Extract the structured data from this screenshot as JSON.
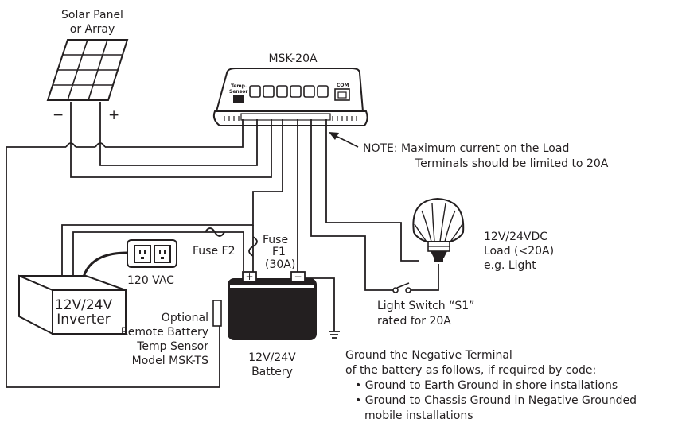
{
  "labels": {
    "solar_panel_line1": "Solar Panel",
    "solar_panel_line2": "or Array",
    "minus": "−",
    "plus": "+",
    "controller": "MSK-20A",
    "temp_sensor_line1": "Temp.",
    "temp_sensor_line2": "Sensor",
    "com": "COM",
    "note_line1": "NOTE: Maximum current on the Load",
    "note_line2": "Terminals should be limited to 20A",
    "fuse_f2": "Fuse F2",
    "fuse_f1_line1": "Fuse",
    "fuse_f1_line2": "F1",
    "fuse_f1_line3": "(30A)",
    "ac_label": "120 VAC",
    "inverter_line1": "12V/24V",
    "inverter_line2": "Inverter",
    "battery_plus": "+",
    "battery_minus": "−",
    "battery_line1": "12V/24V",
    "battery_line2": "Battery",
    "sensor_line1": "Optional",
    "sensor_line2": "Remote Battery",
    "sensor_line3": "Temp Sensor",
    "sensor_line4": "Model MSK-TS",
    "load_line1": "12V/24VDC",
    "load_line2": "Load (<20A)",
    "load_line3": "e.g. Light",
    "switch_line1": "Light Switch “S1”",
    "switch_line2": "rated for 20A",
    "ground_line1": "Ground the Negative Terminal",
    "ground_line2": "of the battery as follows, if required by code:",
    "ground_bullet1": "• Ground to Earth Ground in shore installations",
    "ground_bullet2": "• Ground to Chassis Ground in Negative Grounded",
    "ground_bullet3": "mobile installations"
  }
}
